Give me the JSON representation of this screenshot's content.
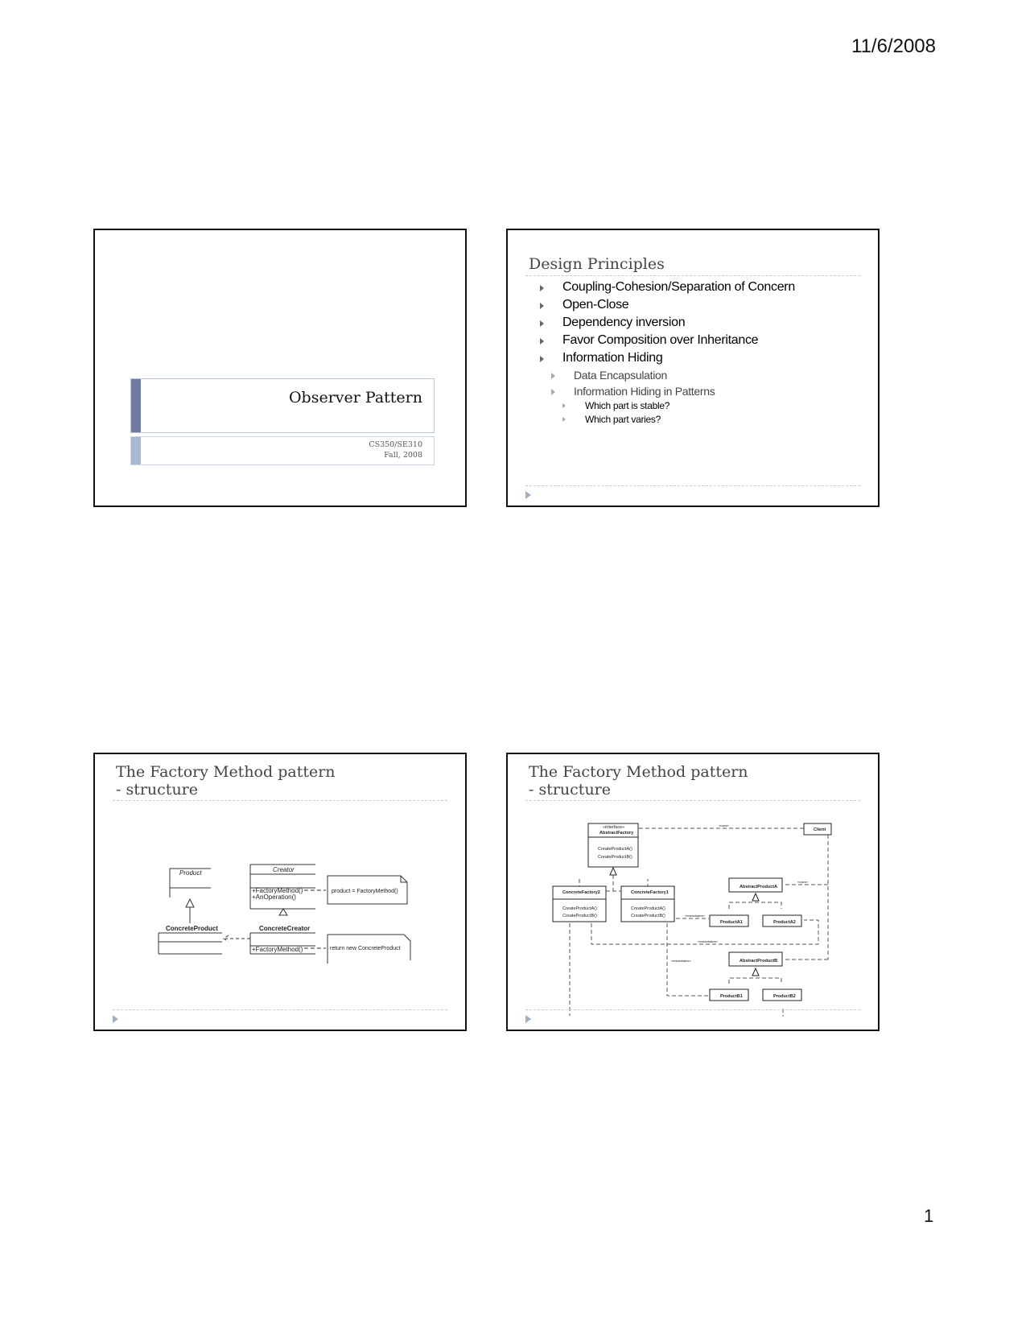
{
  "header": {
    "date": "11/6/2008"
  },
  "footer": {
    "page_number": "1"
  },
  "slides": [
    {
      "title": "Observer Pattern",
      "subtitle_line1": "CS350/SE310",
      "subtitle_line2": "Fall, 2008"
    },
    {
      "title": "Design Principles",
      "bullets": [
        {
          "level": 1,
          "text": "Coupling-Cohesion/Separation of Concern"
        },
        {
          "level": 1,
          "text": "Open-Close"
        },
        {
          "level": 1,
          "text": "Dependency inversion"
        },
        {
          "level": 1,
          "text": "Favor Composition over Inheritance"
        },
        {
          "level": 1,
          "text": "Information Hiding"
        },
        {
          "level": 2,
          "text": "Data Encapsulation"
        },
        {
          "level": 2,
          "text": "Information Hiding in Patterns"
        },
        {
          "level": 3,
          "text": "Which part is stable?"
        },
        {
          "level": 3,
          "text": "Which part varies?"
        }
      ]
    },
    {
      "title_line1": "The Factory Method pattern",
      "title_line2": "- structure",
      "diagram": {
        "product": "Product",
        "creator": "Creator",
        "creator_op1": "+FactoryMethod()",
        "creator_op2": "+AnOperation()",
        "note1": "product = FactoryMethod()",
        "concrete_product": "ConcreteProduct",
        "concrete_creator": "ConcreteCreator",
        "cc_op": "+FactoryMethod()",
        "note2": "return new ConcreteProduct"
      }
    },
    {
      "title_line1": "The Factory Method pattern",
      "title_line2": "- structure",
      "diagram": {
        "interface": "«interface»",
        "abstract_factory": "AbstractFactory",
        "af_op1": "CreateProductA()",
        "af_op2": "CreateProductB()",
        "client": "Client",
        "cf2": "ConcreteFactory2",
        "cf1": "ConcreteFactory1",
        "cf_op1": "CreateProductA()",
        "cf_op2": "CreateProductB()",
        "apa": "AbstractProductA",
        "apb": "AbstractProductB",
        "pa1": "ProductA1",
        "pa2": "ProductA2",
        "pb1": "ProductB1",
        "pb2": "ProductB2",
        "uses": "«uses»",
        "instantiates": "«instantiates»"
      }
    }
  ]
}
